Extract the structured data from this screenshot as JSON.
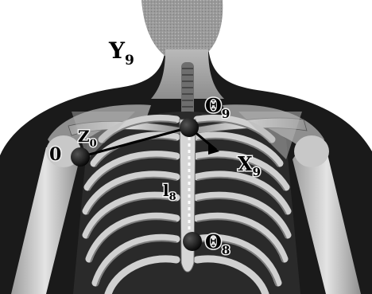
{
  "figure": {
    "labels": {
      "y9": {
        "base": "Y",
        "sub": "9"
      },
      "theta9": {
        "base": "Θ",
        "sub": "9"
      },
      "z0": {
        "base": "Z",
        "sub": "0"
      },
      "zero": {
        "base": "0"
      },
      "x9": {
        "base": "X",
        "sub": "9"
      },
      "l8": {
        "base": "l",
        "sub": "8"
      },
      "theta8": {
        "base": "Θ",
        "sub": "8"
      }
    }
  }
}
